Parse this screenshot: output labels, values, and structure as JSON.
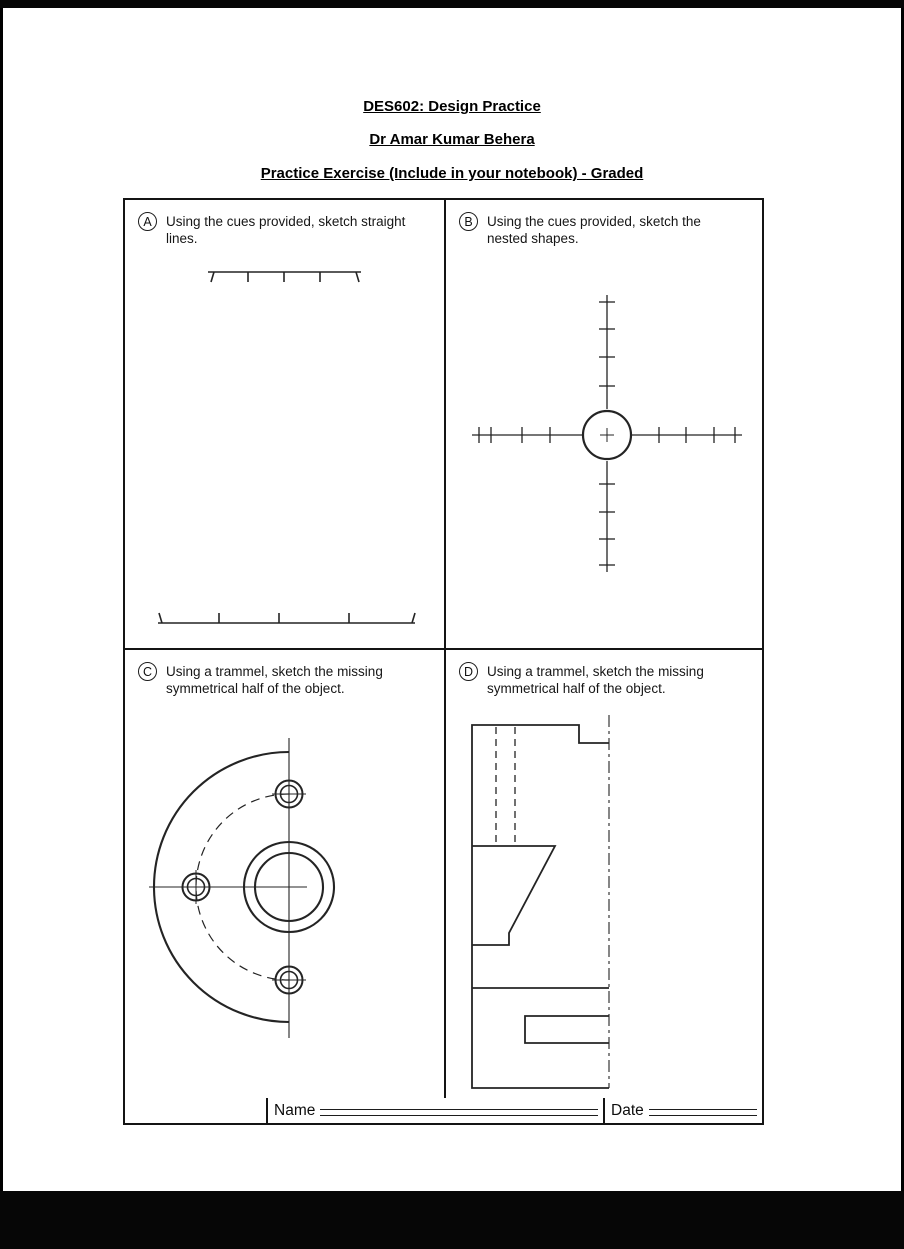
{
  "doc": {
    "title": "DES602: Design Practice",
    "author": "Dr Amar Kumar Behera",
    "subtitle": "Practice Exercise (Include in your notebook) - Graded"
  },
  "panels": [
    {
      "letter": "A",
      "instruction": "Using the cues provided, sketch straight lines."
    },
    {
      "letter": "B",
      "instruction": "Using the cues provided, sketch the nested shapes."
    },
    {
      "letter": "C",
      "instruction": "Using a trammel, sketch the missing symmetrical half of the object."
    },
    {
      "letter": "D",
      "instruction": "Using a trammel, sketch the missing symmetrical half of the object."
    }
  ],
  "footer": {
    "name_label": "Name",
    "date_label": "Date"
  },
  "colors": {
    "paper": "#ffffff",
    "ink": "#1a1a1a",
    "background": "#000000"
  }
}
